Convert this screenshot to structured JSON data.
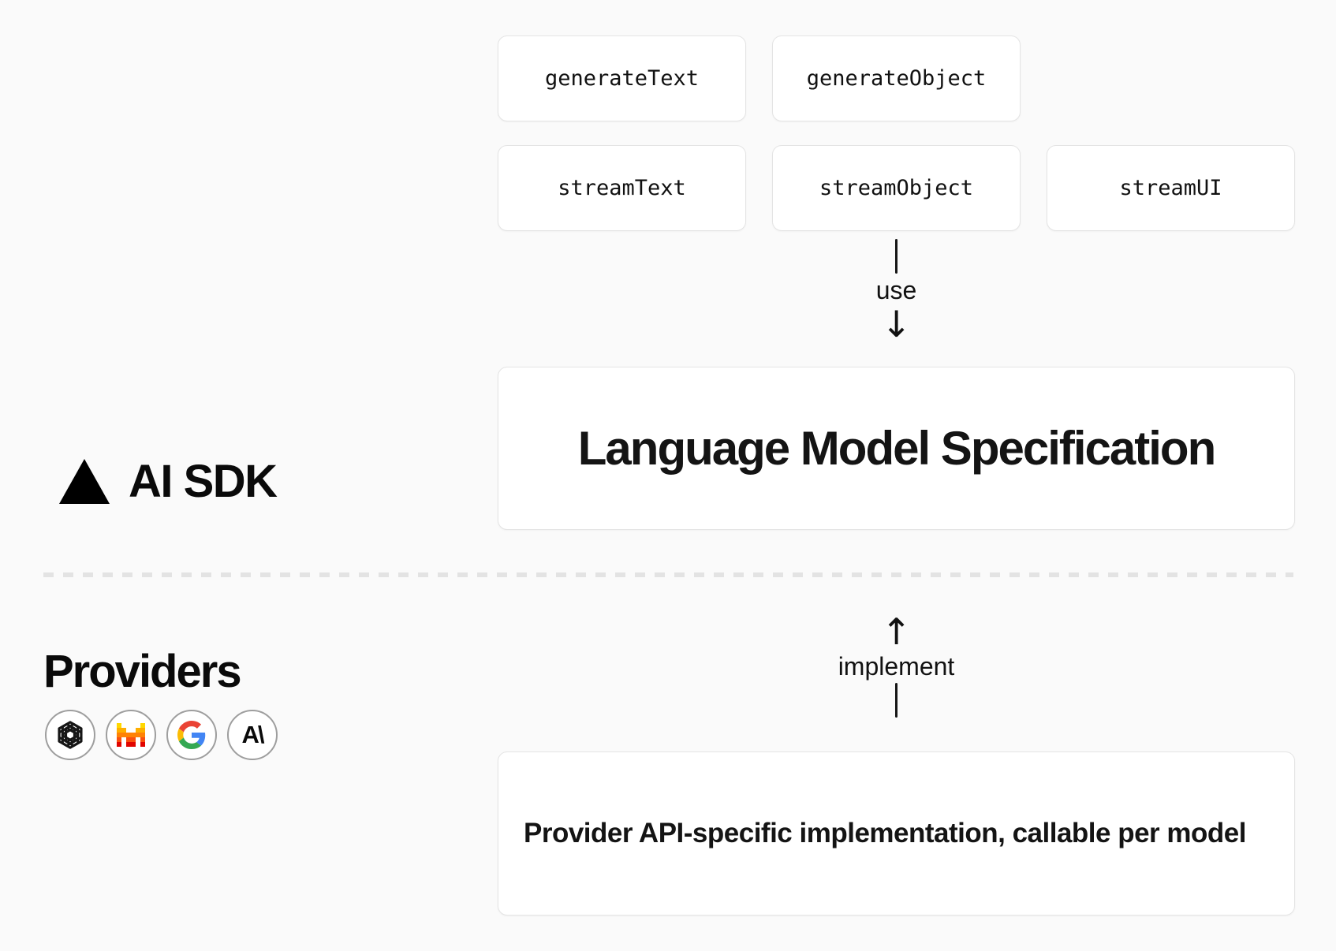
{
  "colors": {
    "background": "#fafafa",
    "box_background": "#ffffff",
    "box_border": "#e4e4e4",
    "text": "#141414",
    "divider_dash": "#e3e3e3",
    "circle_border": "#9e9e9e",
    "mistral_palette": [
      "#FFD800",
      "#FFAF00",
      "#FF8205",
      "#FA500F",
      "#E10500"
    ],
    "google_palette": [
      "#EA4335",
      "#4285F4",
      "#FBBC05",
      "#34A853"
    ]
  },
  "ai_sdk": {
    "logo_label": "AI SDK",
    "functions": {
      "row1": [
        {
          "label": "generateText"
        },
        {
          "label": "generateObject"
        }
      ],
      "row2": [
        {
          "label": "streamText"
        },
        {
          "label": "streamObject"
        },
        {
          "label": "streamUI"
        }
      ]
    },
    "use_connector": {
      "label": "use",
      "arrow_down": "↓"
    },
    "spec_box_label": "Language Model Specification"
  },
  "providers": {
    "heading": "Providers",
    "provider_icons": [
      {
        "name": "openai-icon"
      },
      {
        "name": "mistral-icon"
      },
      {
        "name": "google-icon"
      },
      {
        "name": "anthropic-icon",
        "glyph": "A\\"
      }
    ],
    "implement_connector": {
      "label": "implement",
      "arrow_up": "↑"
    },
    "implementation_box_label": "Provider API-specific implementation, callable per model"
  }
}
